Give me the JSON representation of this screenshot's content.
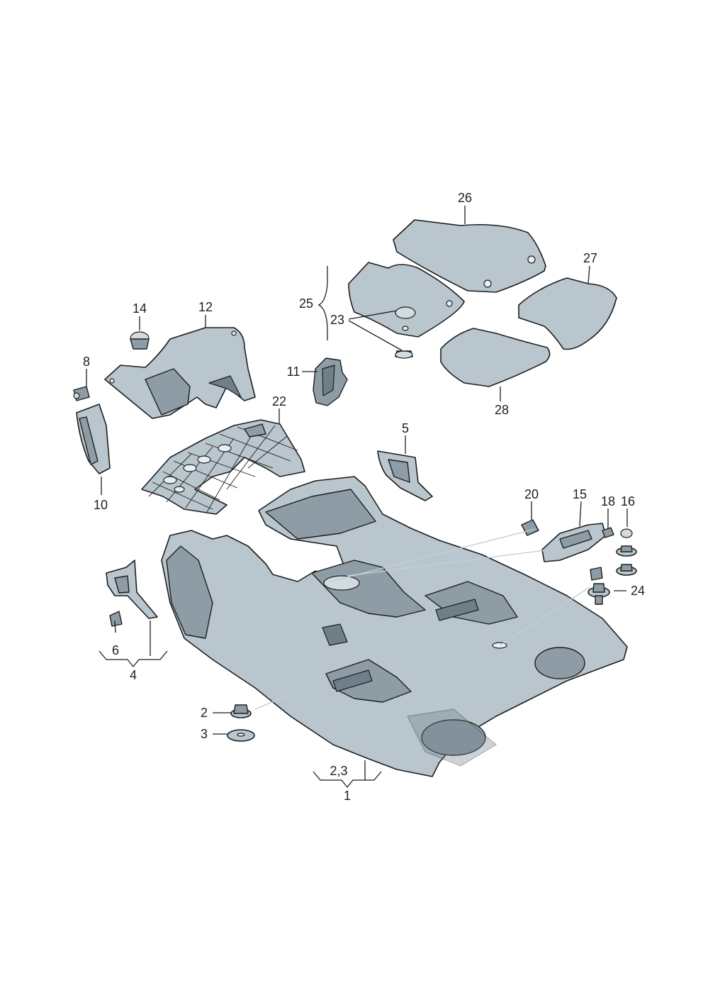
{
  "diagram": {
    "callouts": {
      "c1": "1",
      "c23_group": "2,3",
      "c2": "2",
      "c3": "3",
      "c4": "4",
      "c5": "5",
      "c6": "6",
      "c8": "8",
      "c10": "10",
      "c11": "11",
      "c12": "12",
      "c14": "14",
      "c15": "15",
      "c16": "16",
      "c18": "18",
      "c20": "20",
      "c22": "22",
      "c23": "23",
      "c24": "24",
      "c25": "25",
      "c26": "26",
      "c27": "27",
      "c28": "28"
    }
  }
}
